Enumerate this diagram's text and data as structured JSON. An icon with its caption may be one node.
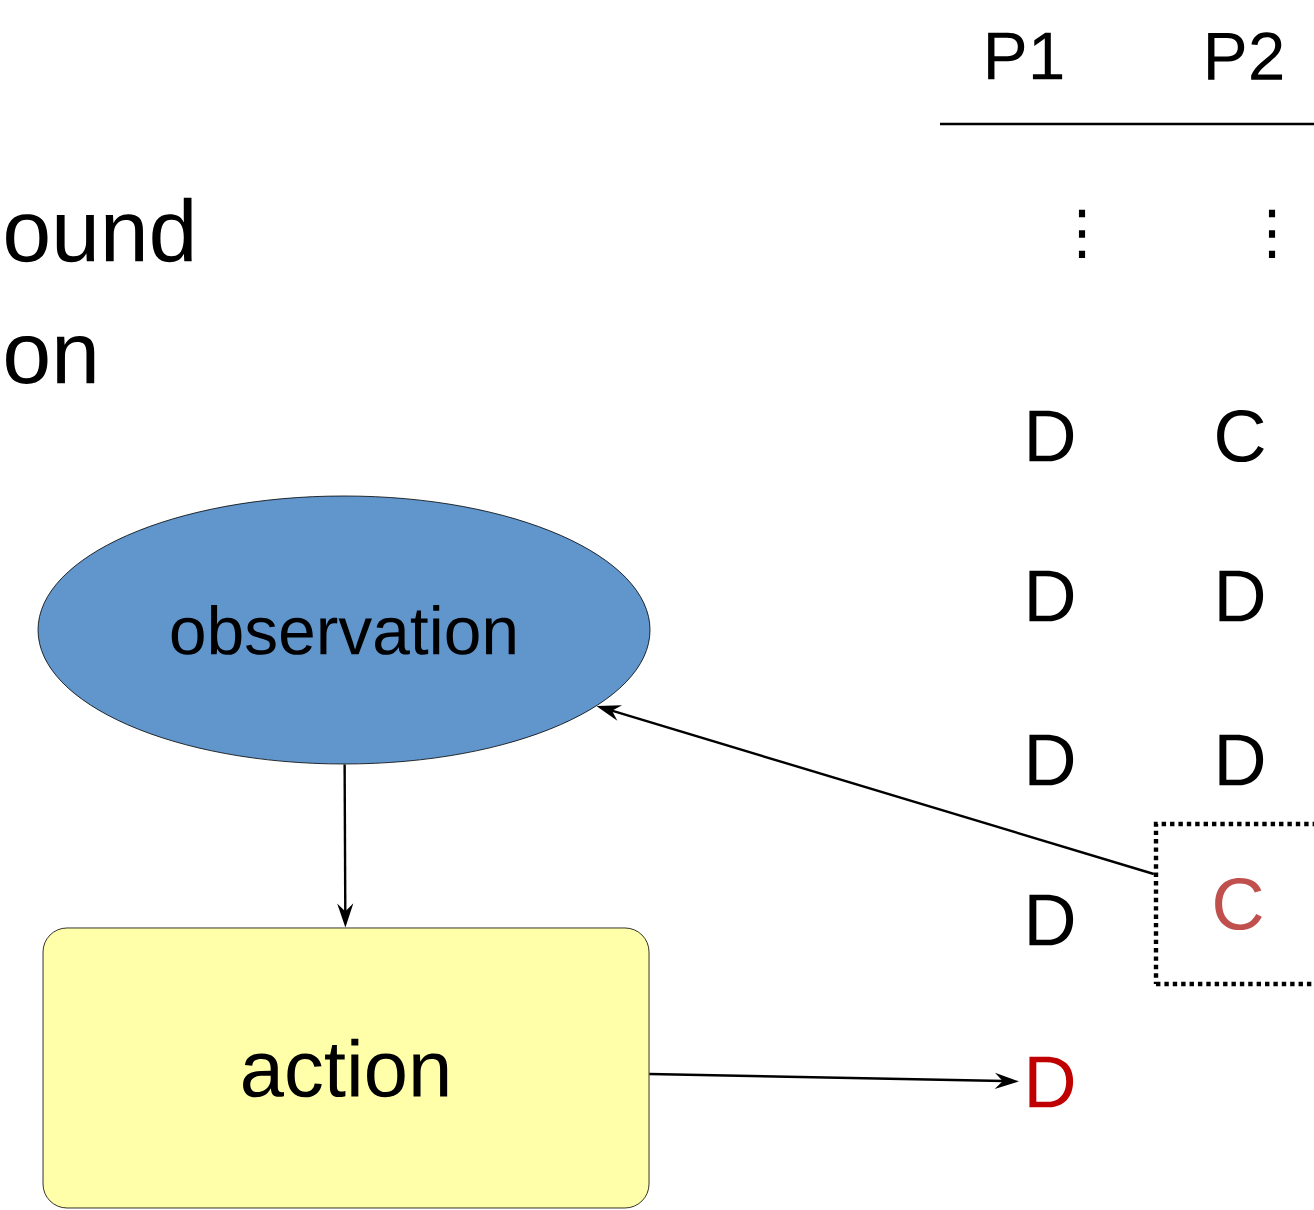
{
  "diagram": {
    "nodes": [
      {
        "text": [
          "observation"
        ]
      },
      {
        "text": [
          "action"
        ]
      },
      {
        "text": [
          "C"
        ]
      },
      {
        "text": [
          "D"
        ]
      }
    ],
    "edges": [
      {
        "from": 0,
        "to": 1,
        "arrow": "to"
      },
      {
        "from": 2,
        "to": 0,
        "arrow": "to"
      },
      {
        "from": 1,
        "to": 3,
        "arrow": "to"
      }
    ],
    "labels": [
      "ound",
      "on",
      "P1",
      "P2",
      "⋮",
      "⋮",
      "D",
      "C",
      "D",
      "D",
      "D",
      "D",
      "D"
    ]
  }
}
